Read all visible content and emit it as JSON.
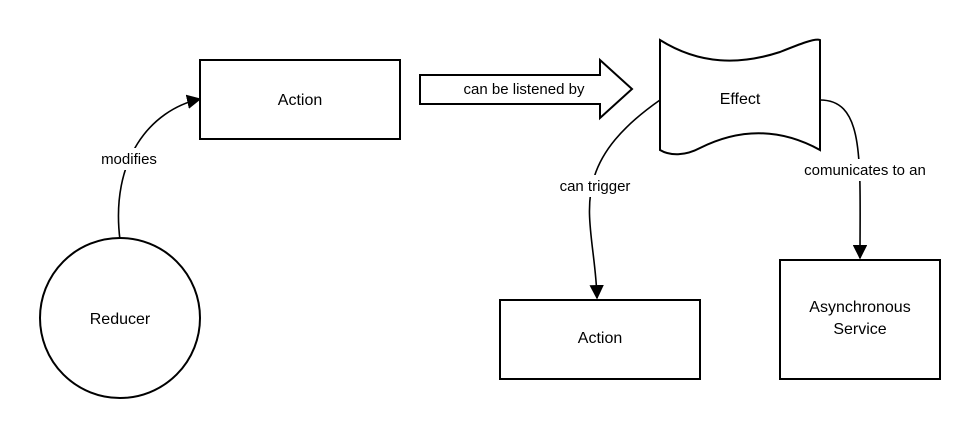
{
  "nodes": {
    "action_top": {
      "label": "Action"
    },
    "effect": {
      "label": "Effect"
    },
    "reducer": {
      "label": "Reducer"
    },
    "action_bottom": {
      "label": "Action"
    },
    "async_service": {
      "label_line1": "Asynchronous",
      "label_line2": "Service"
    }
  },
  "edges": {
    "modifies": {
      "label": "modifies"
    },
    "listened_by": {
      "label": "can be listened by"
    },
    "can_trigger": {
      "label": "can trigger"
    },
    "communicates": {
      "label": "comunicates to an"
    }
  },
  "colors": {
    "stroke": "#000000",
    "fill": "#ffffff"
  }
}
